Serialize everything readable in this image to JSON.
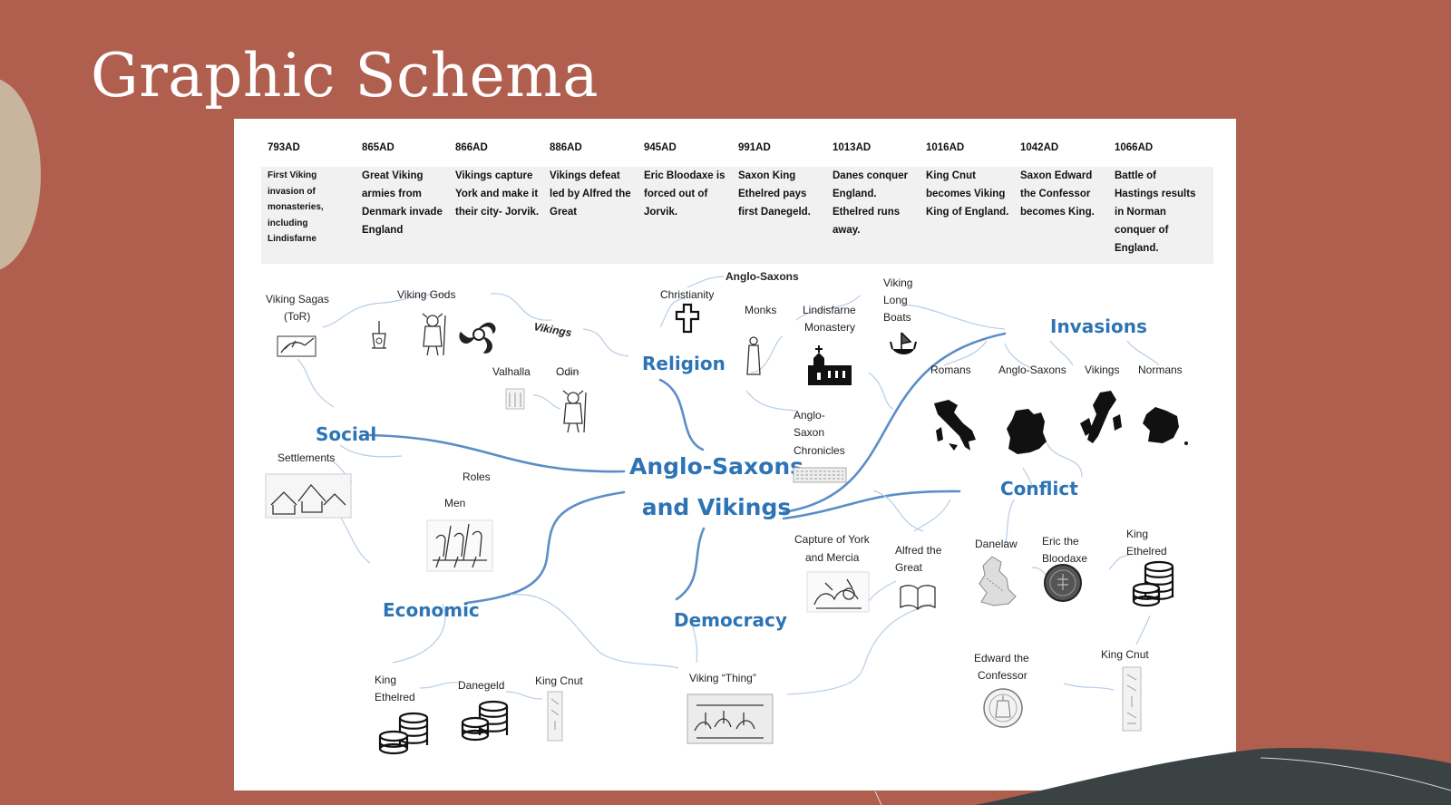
{
  "slide": {
    "title": "Graphic Schema"
  },
  "timeline": [
    {
      "year": "793AD",
      "event": "First Viking invasion of monasteries, including Lindisfarne"
    },
    {
      "year": "865AD",
      "event": "Great Viking armies from Denmark invade England"
    },
    {
      "year": "866AD",
      "event": "Vikings capture York and make it their city- Jorvik."
    },
    {
      "year": "886AD",
      "event": "Vikings defeat led by Alfred the Great"
    },
    {
      "year": "945AD",
      "event": "Eric Bloodaxe is forced out of Jorvik."
    },
    {
      "year": "991AD",
      "event": "Saxon King Ethelred pays first Danegeld."
    },
    {
      "year": "1013AD",
      "event": "Danes conquer England. Ethelred runs away."
    },
    {
      "year": "1016AD",
      "event": "King Cnut becomes Viking King of England."
    },
    {
      "year": "1042AD",
      "event": "Saxon Edward the Confessor becomes King."
    },
    {
      "year": "1066AD",
      "event": "Battle of Hastings results in Norman conquer of England."
    }
  ],
  "mindmap": {
    "center": {
      "line1": "Anglo-Saxons",
      "line2": "and Vikings"
    },
    "branches": {
      "social": "Social",
      "religion": "Religion",
      "invasions": "Invasions",
      "conflict": "Conflict",
      "economic": "Economic",
      "democracy": "Democracy"
    },
    "labels": {
      "viking_sagas_1": "Viking Sagas",
      "viking_sagas_2": "(ToR)",
      "viking_gods": "Viking Gods",
      "vikings_rel": "Vikings",
      "valhalla": "Valhalla",
      "odin": "Odin",
      "christianity": "Christianity",
      "anglo_saxons_rel": "Anglo-Saxons",
      "monks": "Monks",
      "lindisfarne_1": "Lindisfarne",
      "lindisfarne_2": "Monastery",
      "chronicles_1": "Anglo-",
      "chronicles_2": "Saxon",
      "chronicles_3": "Chronicles",
      "longboats_1": "Viking",
      "longboats_2": "Long",
      "longboats_3": "Boats",
      "romans": "Romans",
      "anglo_saxons_inv": "Anglo-Saxons",
      "vikings_inv": "Vikings",
      "normans": "Normans",
      "settlements": "Settlements",
      "roles": "Roles",
      "men": "Men",
      "capture_york_1": "Capture of York",
      "capture_york_2": "and Mercia",
      "alfred_1": "Alfred the",
      "alfred_2": "Great",
      "danelaw": "Danelaw",
      "eric_1": "Eric the",
      "eric_2": "Bloodaxe",
      "ethelred_r_1": "King",
      "ethelred_r_2": "Ethelred",
      "edward_1": "Edward the",
      "edward_2": "Confessor",
      "cnut_r": "King Cnut",
      "ethelred_l_1": "King",
      "ethelred_l_2": "Ethelred",
      "danegeld": "Danegeld",
      "cnut_l": "King Cnut",
      "viking_thing": "Viking “Thing”"
    }
  },
  "colors": {
    "slide_background": "#b05f4f",
    "heading_blue": "#2e74b5",
    "branch_line": "#5b8ec6",
    "twig_line": "#b7cde6"
  },
  "icons": [
    "thors-hammer-icon",
    "viking-warrior-icon",
    "triskele-icon",
    "longship-carving-icon",
    "cross-icon",
    "monk-icon",
    "church-icon",
    "viking-ship-icon",
    "temple-icon",
    "map-italy-icon",
    "map-germany-icon",
    "map-scandinavia-icon",
    "map-france-icon",
    "open-book-icon",
    "coin-icon",
    "coin-stack-icon",
    "rune-stone-icon",
    "tapestry-icon",
    "village-icon",
    "warriors-icon",
    "seal-icon",
    "danelaw-map-icon",
    "battle-sketch-icon",
    "chronicle-scroll-icon"
  ]
}
